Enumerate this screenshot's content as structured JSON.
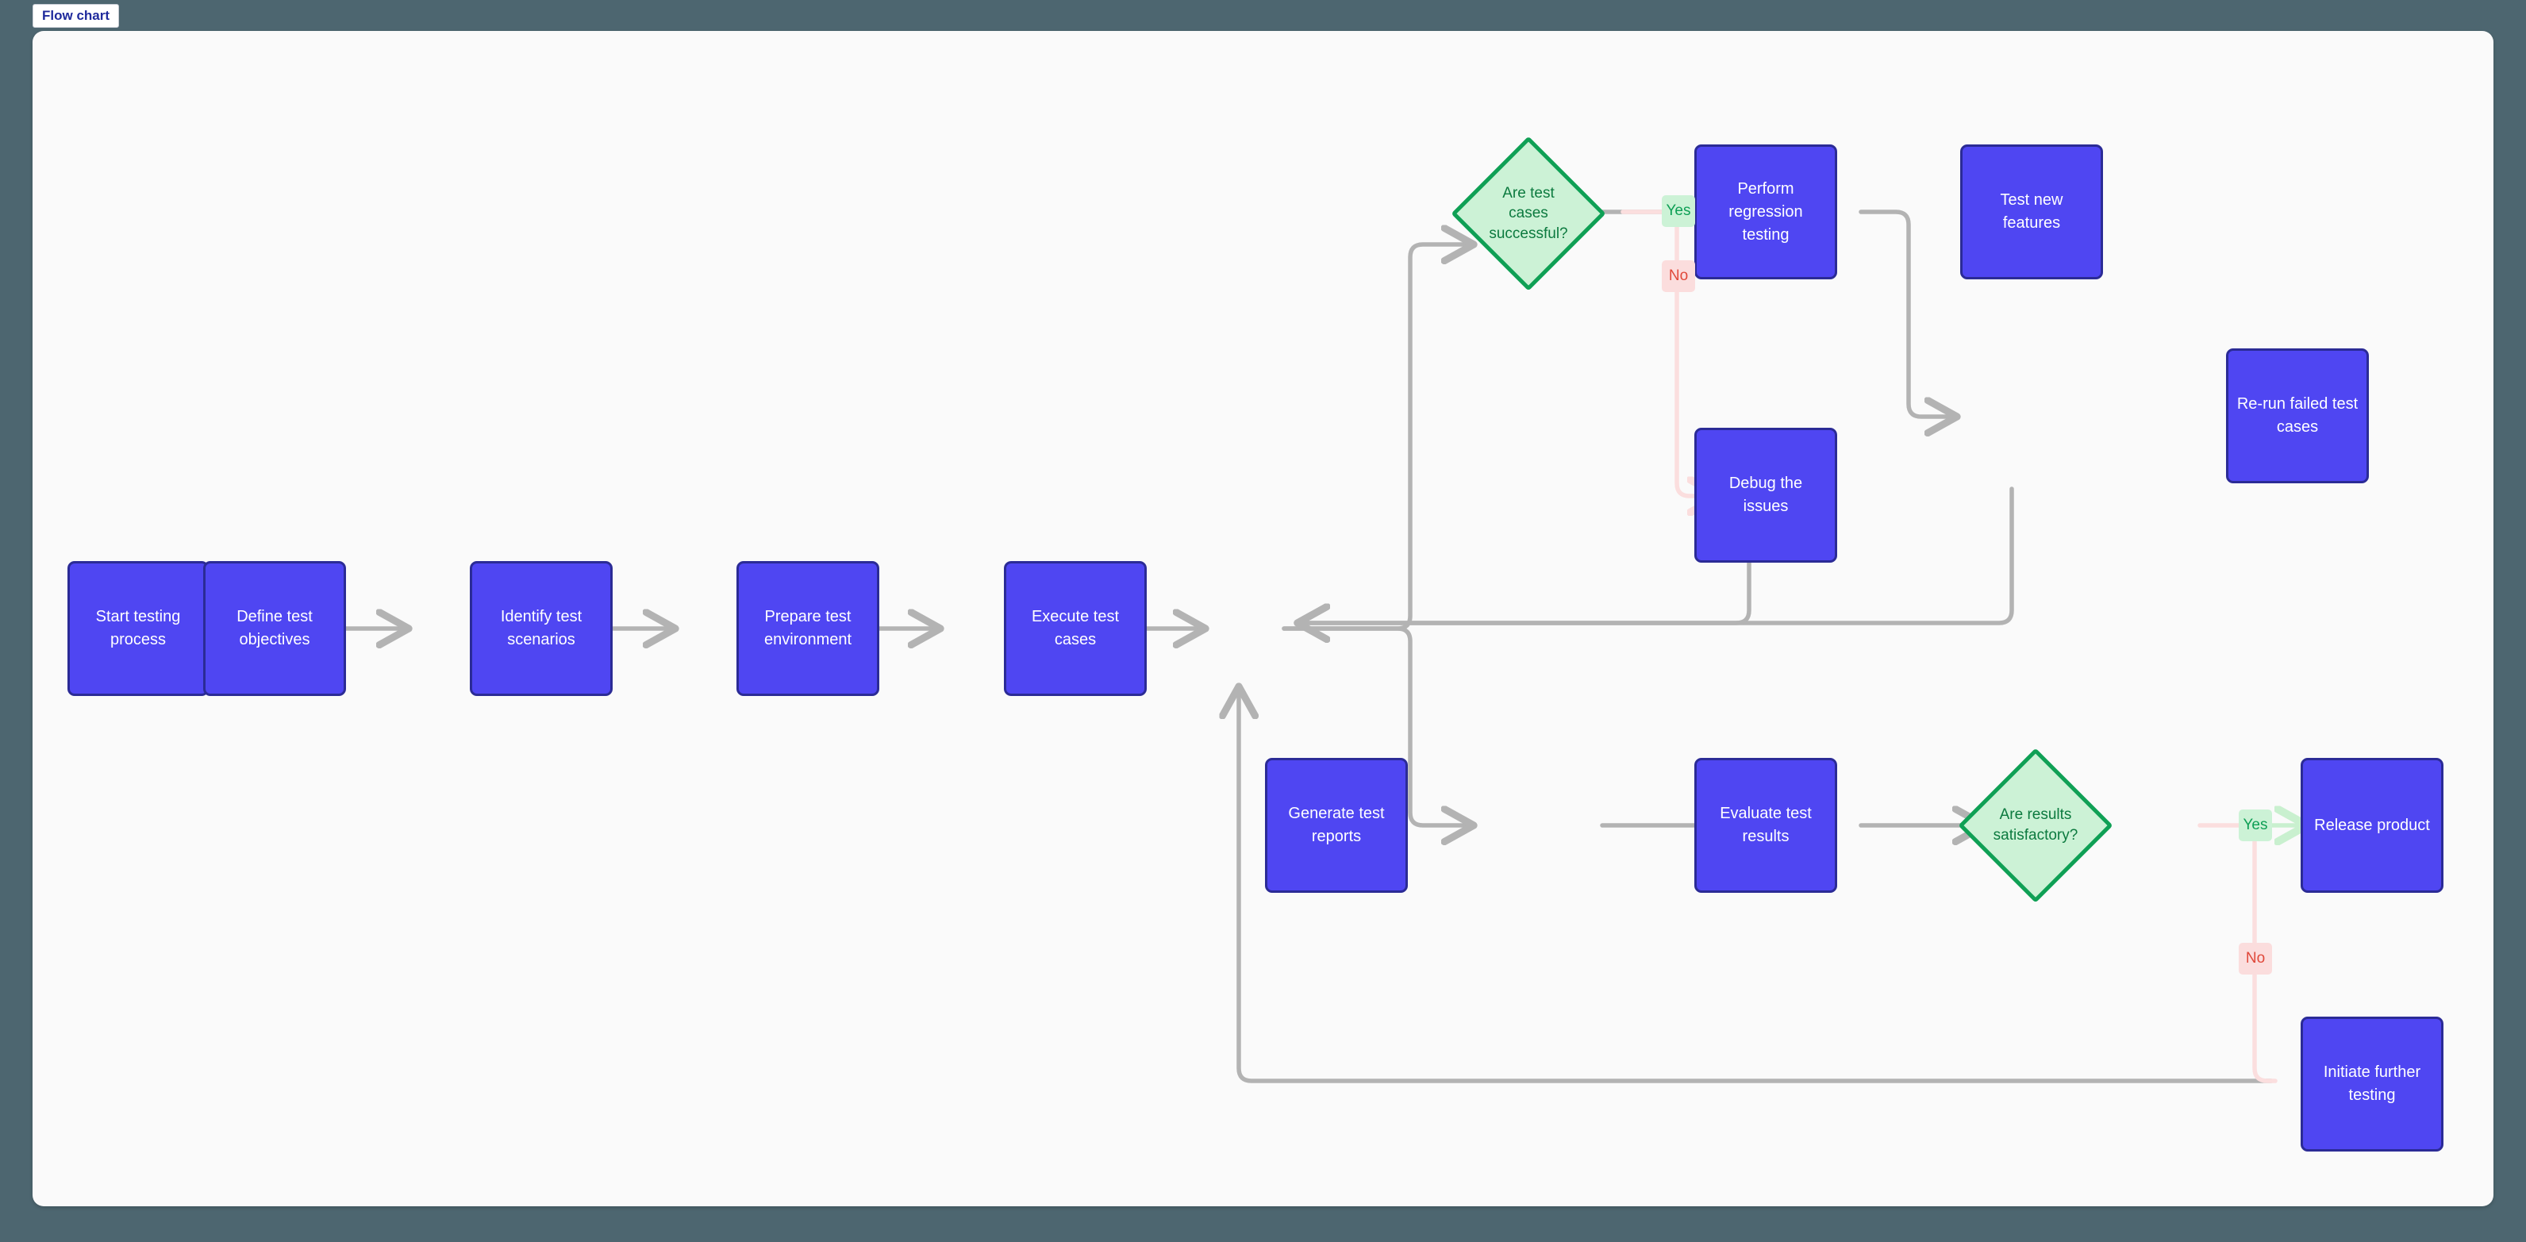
{
  "window": {
    "background_color": "#4d6670",
    "canvas_color": "#fafafa"
  },
  "tab": {
    "label": "Flow chart"
  },
  "theme": {
    "node_fill": "#4f46f2",
    "node_border": "#2b2b96",
    "node_text": "#ffffff",
    "decision_fill": "#ccf2d6",
    "decision_border": "#0fa055",
    "decision_text": "#0c7a3f",
    "edge_color": "#b3b3b3",
    "yes_edge_color": "#c9f0cf",
    "no_edge_color": "#fbdede",
    "yes_label_bg": "#ccf2d6",
    "yes_label_text": "#0e9f55",
    "no_label_bg": "#fbdddd",
    "no_label_text": "#e0483a"
  },
  "chart_data": {
    "type": "diagram",
    "title": "Flow chart",
    "diagram_kind": "flowchart",
    "direction": "left-to-right",
    "nodes": [
      {
        "id": "start",
        "label": "Start testing process",
        "shape": "process"
      },
      {
        "id": "objectives",
        "label": "Define test objectives",
        "shape": "process"
      },
      {
        "id": "scenarios",
        "label": "Identify test scenarios",
        "shape": "process"
      },
      {
        "id": "environment",
        "label": "Prepare test environment",
        "shape": "process"
      },
      {
        "id": "execute",
        "label": "Execute test cases",
        "shape": "process"
      },
      {
        "id": "success",
        "label": "Are test cases successful?",
        "shape": "decision"
      },
      {
        "id": "regression",
        "label": "Perform regression testing",
        "shape": "process"
      },
      {
        "id": "newfeat",
        "label": "Test new features",
        "shape": "process"
      },
      {
        "id": "rerun",
        "label": "Re-run failed test cases",
        "shape": "process"
      },
      {
        "id": "debug",
        "label": "Debug the issues",
        "shape": "process"
      },
      {
        "id": "reports",
        "label": "Generate test reports",
        "shape": "process"
      },
      {
        "id": "evaluate",
        "label": "Evaluate test results",
        "shape": "process"
      },
      {
        "id": "satisfact",
        "label": "Are results satisfactory?",
        "shape": "decision"
      },
      {
        "id": "release",
        "label": "Release product",
        "shape": "process"
      },
      {
        "id": "further",
        "label": "Initiate further testing",
        "shape": "process"
      }
    ],
    "edges": [
      {
        "from": "start",
        "to": "objectives",
        "label": ""
      },
      {
        "from": "objectives",
        "to": "scenarios",
        "label": ""
      },
      {
        "from": "scenarios",
        "to": "environment",
        "label": ""
      },
      {
        "from": "environment",
        "to": "execute",
        "label": ""
      },
      {
        "from": "execute",
        "to": "success",
        "label": ""
      },
      {
        "from": "success",
        "to": "regression",
        "label": "Yes"
      },
      {
        "from": "success",
        "to": "debug",
        "label": "No"
      },
      {
        "from": "regression",
        "to": "newfeat",
        "label": ""
      },
      {
        "from": "newfeat",
        "to": "rerun",
        "label": ""
      },
      {
        "from": "rerun",
        "to": "execute",
        "label": ""
      },
      {
        "from": "debug",
        "to": "execute",
        "label": ""
      },
      {
        "from": "execute",
        "to": "reports",
        "label": ""
      },
      {
        "from": "reports",
        "to": "evaluate",
        "label": ""
      },
      {
        "from": "evaluate",
        "to": "satisfact",
        "label": ""
      },
      {
        "from": "satisfact",
        "to": "release",
        "label": "Yes"
      },
      {
        "from": "satisfact",
        "to": "further",
        "label": "No"
      },
      {
        "from": "further",
        "to": "execute",
        "label": ""
      }
    ],
    "edge_labels": {
      "yes_1": "Yes",
      "no_1": "No",
      "yes_2": "Yes",
      "no_2": "No"
    }
  }
}
